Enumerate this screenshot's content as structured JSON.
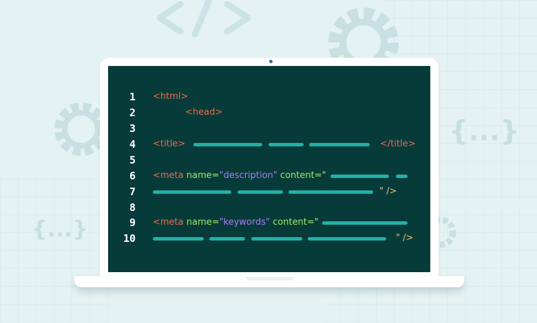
{
  "colors": {
    "background": "#e4f2f3",
    "screen": "#063b39",
    "tag": "#f06a4a",
    "attribute": "#a6e86a",
    "value": "#a77cf5",
    "placeholder_bar": "#21b1a8"
  },
  "background_icons": [
    "code-brackets-icon",
    "gear-icon",
    "curly-braces-icon"
  ],
  "decor": {
    "braces_text": "{...}",
    "slash_text": "</>"
  },
  "code_lines": [
    {
      "num": "1",
      "open": "<html>"
    },
    {
      "num": "2",
      "open": "<head>"
    },
    {
      "num": "3"
    },
    {
      "num": "4",
      "open": "<title>",
      "close": "</title>"
    },
    {
      "num": "5"
    },
    {
      "num": "6",
      "tag": "<meta",
      "attr1": "name=",
      "val1": "\"description\"",
      "attr2": "content=\""
    },
    {
      "num": "7",
      "close": "\" />"
    },
    {
      "num": "8"
    },
    {
      "num": "9",
      "tag": "<meta",
      "attr1": "name=",
      "val1": "\"keywords\"",
      "attr2": "content=\""
    },
    {
      "num": "10",
      "close": "\" />"
    }
  ]
}
